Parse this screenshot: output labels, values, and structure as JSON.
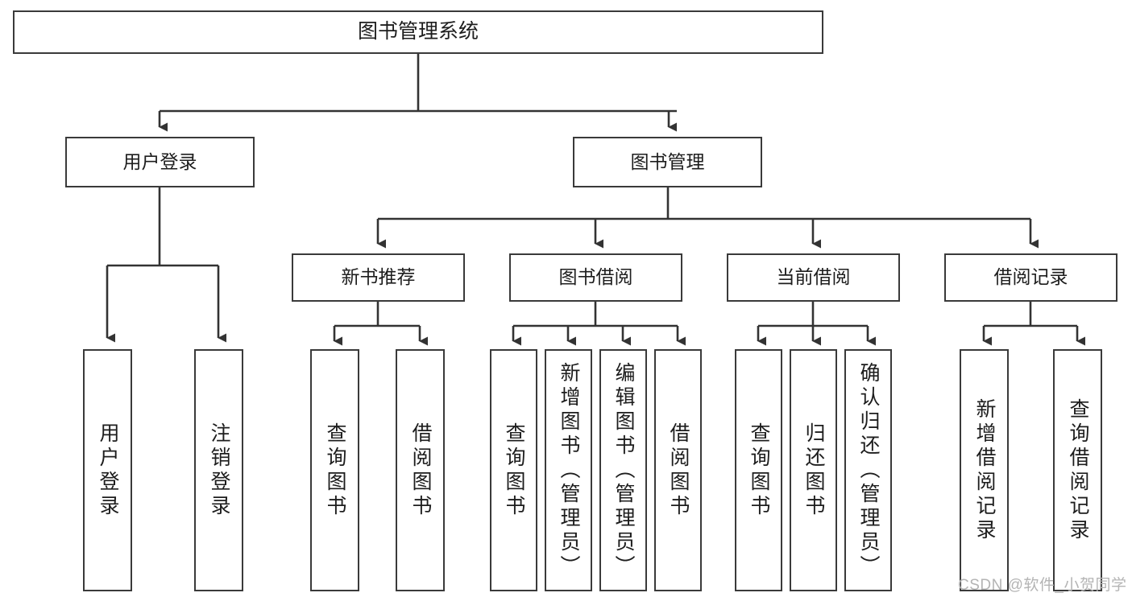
{
  "diagram": {
    "type": "tree",
    "title_node": {
      "label": "图书管理系统"
    },
    "level2": [
      {
        "id": "user-login",
        "label": "用户登录"
      },
      {
        "id": "book-management",
        "label": "图书管理"
      }
    ],
    "level3": [
      {
        "id": "new-book-recommend",
        "label": "新书推荐",
        "parent": "book-management"
      },
      {
        "id": "book-borrow",
        "label": "图书借阅",
        "parent": "book-management"
      },
      {
        "id": "current-borrow",
        "label": "当前借阅",
        "parent": "book-management"
      },
      {
        "id": "borrow-record",
        "label": "借阅记录",
        "parent": "book-management"
      }
    ],
    "leaves": [
      {
        "id": "leaf-user-login",
        "label": "用户登录",
        "parent": "user-login"
      },
      {
        "id": "leaf-logout",
        "label": "注销登录",
        "parent": "user-login"
      },
      {
        "id": "leaf-query-book-1",
        "label": "查询图书",
        "parent": "new-book-recommend"
      },
      {
        "id": "leaf-borrow-book-1",
        "label": "借阅图书",
        "parent": "new-book-recommend"
      },
      {
        "id": "leaf-query-book-2",
        "label": "查询图书",
        "parent": "book-borrow"
      },
      {
        "id": "leaf-add-book",
        "label": "新增图书（管理员）",
        "parent": "book-borrow"
      },
      {
        "id": "leaf-edit-book",
        "label": "编辑图书（管理员）",
        "parent": "book-borrow"
      },
      {
        "id": "leaf-borrow-book-2",
        "label": "借阅图书",
        "parent": "book-borrow"
      },
      {
        "id": "leaf-query-book-3",
        "label": "查询图书",
        "parent": "current-borrow"
      },
      {
        "id": "leaf-return-book",
        "label": "归还图书",
        "parent": "current-borrow"
      },
      {
        "id": "leaf-confirm-return",
        "label": "确认归还（管理员）",
        "parent": "current-borrow"
      },
      {
        "id": "leaf-add-record",
        "label": "新增借阅记录",
        "parent": "borrow-record"
      },
      {
        "id": "leaf-query-record",
        "label": "查询借阅记录",
        "parent": "borrow-record"
      }
    ],
    "colors": {
      "box_border": "#3a3a3a",
      "box_fill": "#ffffff",
      "connector": "#333333",
      "text": "#1d1d1d",
      "watermark": "#b4b4b4",
      "background": "#ffffff"
    }
  },
  "watermark": {
    "text": "CSDN @软件_小贺同学"
  }
}
